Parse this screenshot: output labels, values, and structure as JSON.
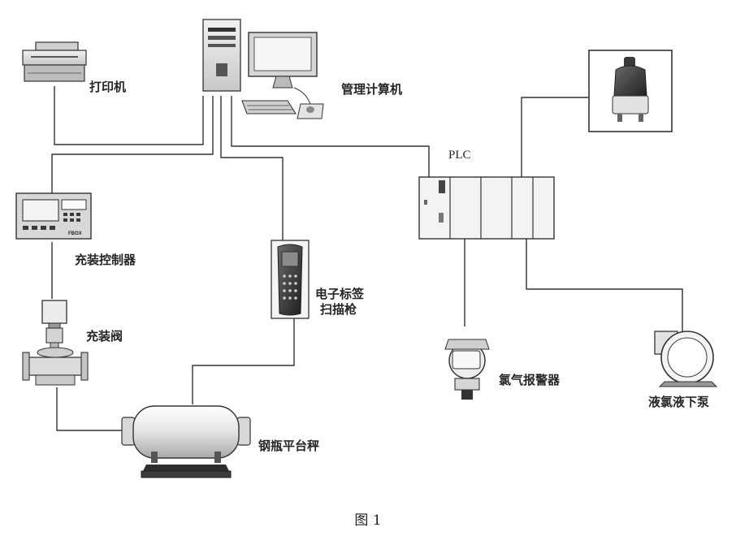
{
  "nodes": {
    "printer": {
      "label": "打印机"
    },
    "computer": {
      "label": "管理计算机"
    },
    "plc": {
      "label": "PLC"
    },
    "fill_controller": {
      "label": "充装控制器"
    },
    "fill_valve": {
      "label": "充装阀"
    },
    "rfid_scanner": {
      "label_line1": "电子标签",
      "label_line2": "扫描枪"
    },
    "cylinder_scale": {
      "label": "钢瓶平台秤"
    },
    "gas_alarm": {
      "label": "氯气报警器"
    },
    "liquid_pump": {
      "label": "液氯液下泵"
    },
    "alarm_light": {
      "label": ""
    },
    "controller_panel": {
      "brand_text": "FBOX"
    }
  },
  "connections": [
    [
      "computer",
      "printer"
    ],
    [
      "computer",
      "fill_controller"
    ],
    [
      "computer",
      "rfid_scanner"
    ],
    [
      "computer",
      "plc"
    ],
    [
      "fill_controller",
      "fill_valve"
    ],
    [
      "fill_valve",
      "cylinder_scale"
    ],
    [
      "rfid_scanner",
      "cylinder_scale"
    ],
    [
      "plc",
      "alarm_light"
    ],
    [
      "plc",
      "gas_alarm"
    ],
    [
      "plc",
      "liquid_pump"
    ]
  ],
  "caption": "图 1"
}
